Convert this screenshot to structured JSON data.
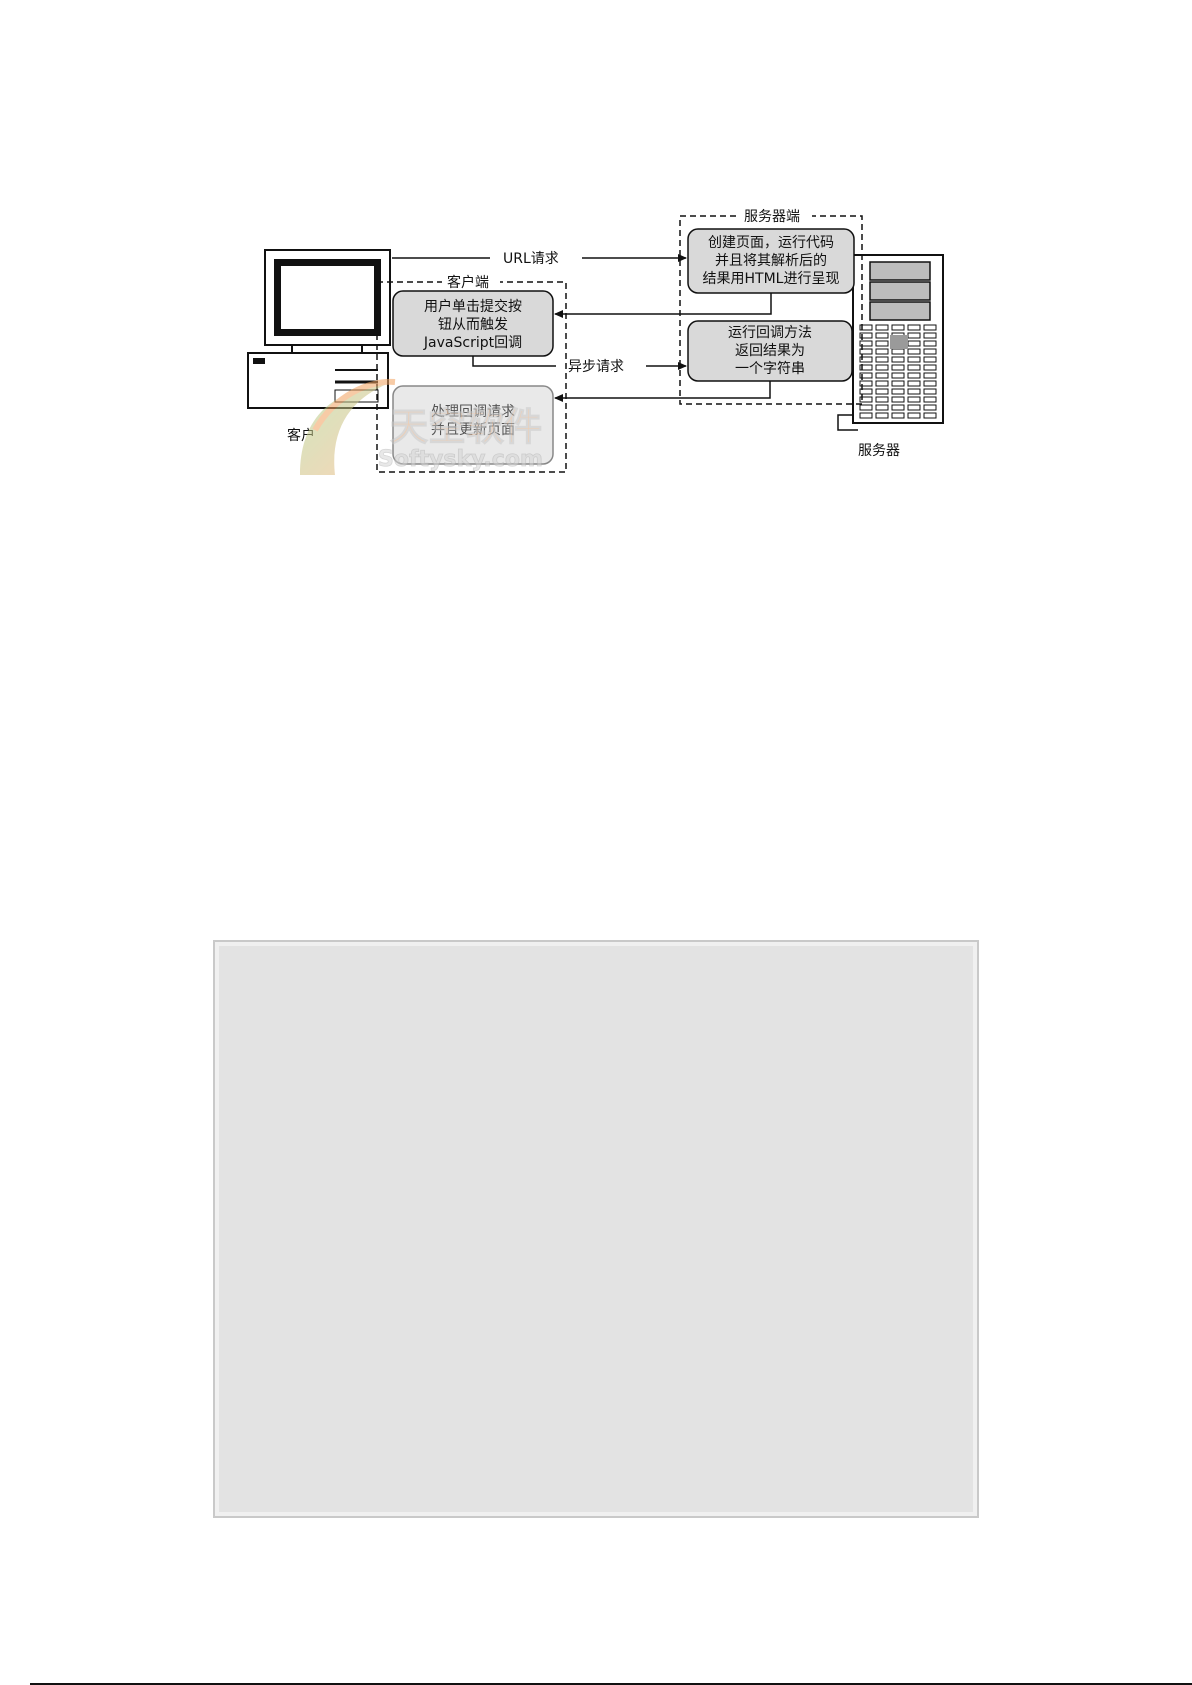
{
  "diagram": {
    "url_request": "URL请求",
    "async_request": "异步请求",
    "client_group": "客户端",
    "server_group": "服务器端",
    "client_machine": "客户",
    "server_machine": "服务器",
    "node_user_click": [
      "用户单击提交按",
      "钮从而触发",
      "JavaScript回调"
    ],
    "node_handle_callback": [
      "处理回调请求",
      "并且更新页面"
    ],
    "node_create_page": [
      "创建页面，运行代码",
      "并且将其解析后的",
      "结果用HTML进行呈现"
    ],
    "node_run_callback": [
      "运行回调方法",
      "返回结果为",
      "一个字符串"
    ],
    "watermark": "天空软件",
    "watermark_url": "Softysky.com"
  },
  "colors": {
    "node_fill": "#d9d9d9",
    "panel_fill": "#e3e3e3",
    "line": "#111111"
  }
}
